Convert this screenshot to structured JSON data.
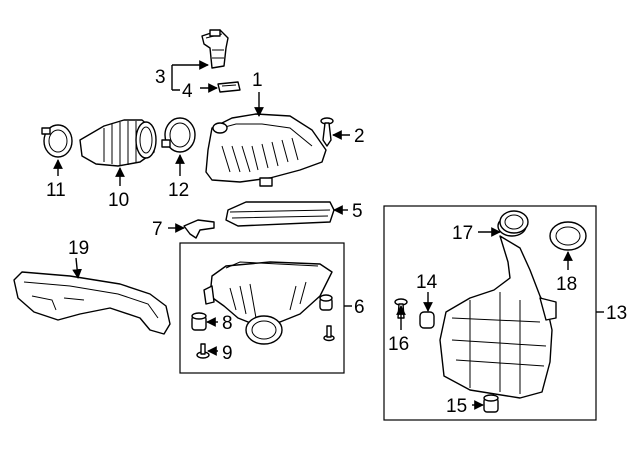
{
  "callouts": {
    "c1": "1",
    "c2": "2",
    "c3": "3",
    "c4": "4",
    "c5": "5",
    "c6": "6",
    "c7": "7",
    "c8": "8",
    "c9": "9",
    "c10": "10",
    "c11": "11",
    "c12": "12",
    "c13": "13",
    "c14": "14",
    "c15": "15",
    "c16": "16",
    "c17": "17",
    "c18": "18",
    "c19": "19"
  },
  "parts": [
    {
      "callout": "1",
      "part": "air-cleaner-cover"
    },
    {
      "callout": "2",
      "part": "screw"
    },
    {
      "callout": "3",
      "part": "mass-air-flow-sensor-assembly"
    },
    {
      "callout": "4",
      "part": "gasket"
    },
    {
      "callout": "5",
      "part": "air-filter-element"
    },
    {
      "callout": "6",
      "part": "air-cleaner-lower-housing"
    },
    {
      "callout": "7",
      "part": "clip"
    },
    {
      "callout": "8",
      "part": "grommet"
    },
    {
      "callout": "9",
      "part": "bolt"
    },
    {
      "callout": "10",
      "part": "outlet-hose"
    },
    {
      "callout": "11",
      "part": "clamp"
    },
    {
      "callout": "12",
      "part": "clamp"
    },
    {
      "callout": "13",
      "part": "resonator-assembly"
    },
    {
      "callout": "14",
      "part": "insulator"
    },
    {
      "callout": "15",
      "part": "insulator"
    },
    {
      "callout": "16",
      "part": "bolt"
    },
    {
      "callout": "17",
      "part": "seal"
    },
    {
      "callout": "18",
      "part": "seal"
    },
    {
      "callout": "19",
      "part": "air-inlet-duct"
    }
  ]
}
